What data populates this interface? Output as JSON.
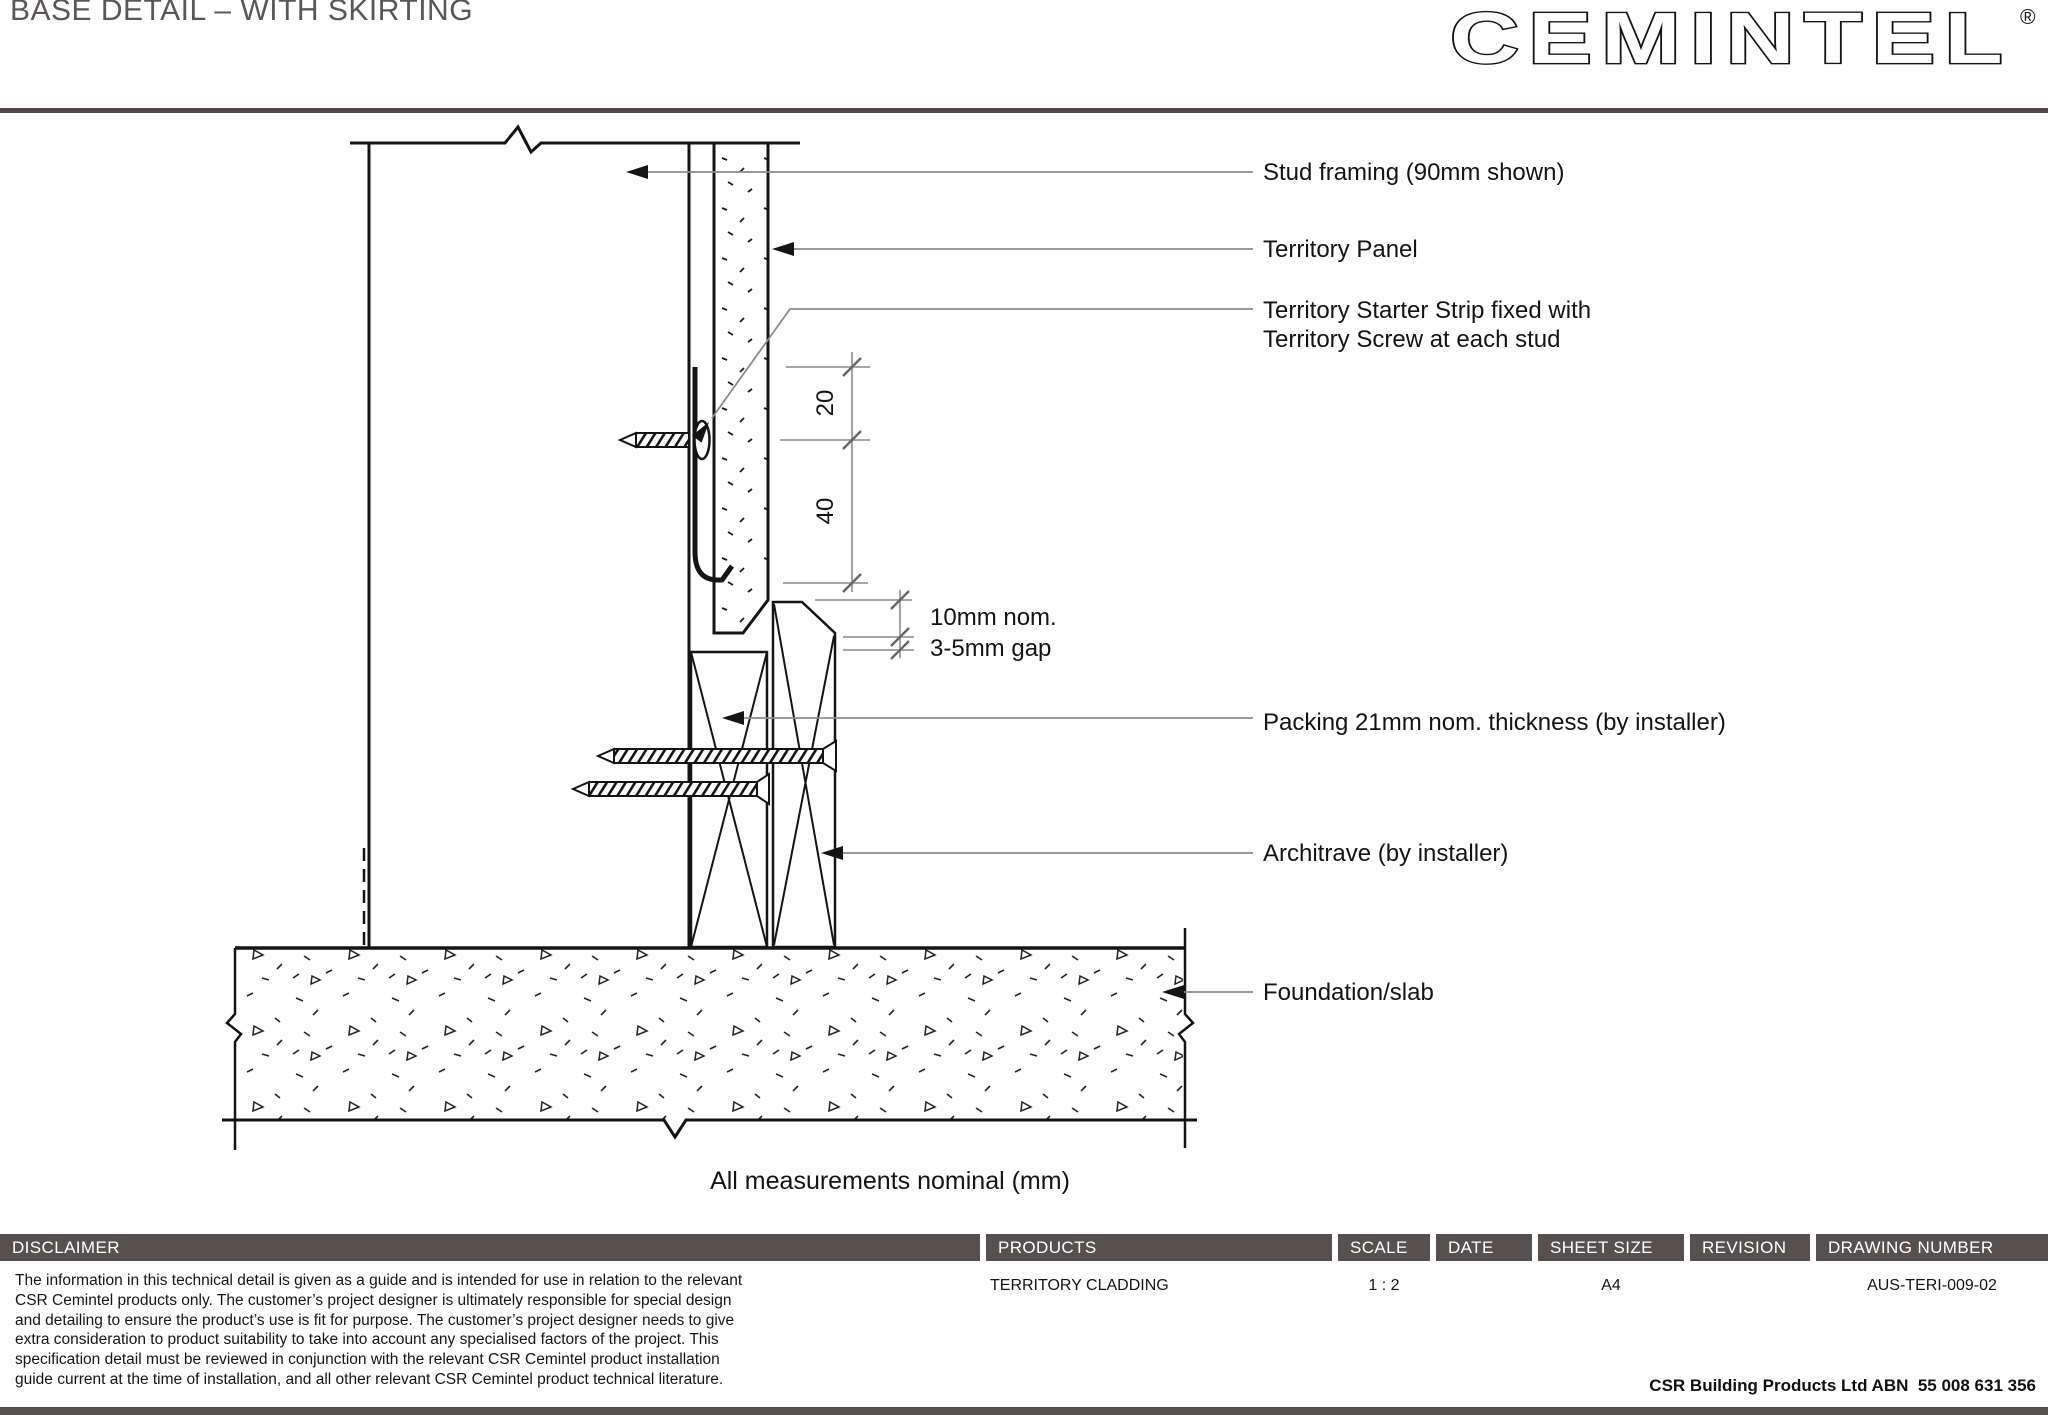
{
  "header": {
    "title": "BASE DETAIL – WITH SKIRTING",
    "logo": "CEMINTEL",
    "logo_mark": "®"
  },
  "drawing": {
    "labels": {
      "stud": "Stud framing (90mm shown)",
      "panel": "Territory Panel",
      "starter_line1": "Territory Starter Strip fixed with",
      "starter_line2": "Territory Screw at each stud",
      "dim_20": "20",
      "dim_40": "40",
      "gap_10": "10mm nom.",
      "gap_35": "3-5mm gap",
      "packing": "Packing 21mm nom. thickness (by installer)",
      "architrave": "Architrave (by installer)",
      "foundation": "Foundation/slab"
    },
    "caption": "All measurements nominal (mm)"
  },
  "title_block": {
    "headers": [
      "DISCLAIMER",
      "PRODUCTS",
      "SCALE",
      "DATE",
      "SHEET SIZE",
      "REVISION",
      "DRAWING NUMBER"
    ],
    "disclaimer_text": "The information in this technical detail is given as a guide and is intended for use in relation to the relevant CSR Cemintel products only. The customer’s project designer is ultimately responsible for special design and detailing to ensure the product’s use is fit for purpose. The customer’s project designer needs to give extra consideration to product suitability to take into account any specialised factors of the project. This specification detail must be reviewed in conjunction with the relevant CSR Cemintel product installation guide current at the time of installation, and all other relevant CSR Cemintel product technical literature.",
    "products": "TERRITORY CLADDING",
    "scale": "1 : 2",
    "date": "",
    "sheet_size": "A4",
    "revision": "",
    "drawing_number": "AUS-TERI-009-02",
    "footer": "CSR Building Products Ltd ABN  55 008 631 356"
  },
  "colors": {
    "bar": "#575050",
    "line": "#141414",
    "leader": "#8c8c8c",
    "title": "#5b5757"
  }
}
